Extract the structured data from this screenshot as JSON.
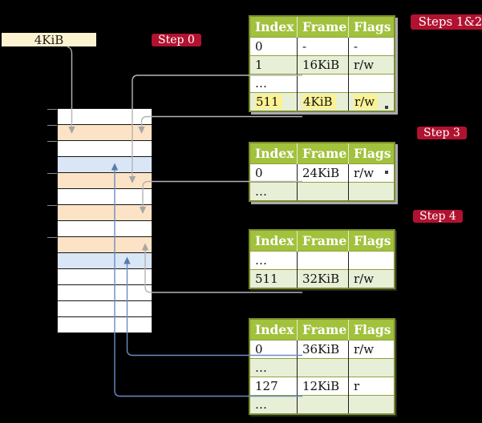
{
  "colors": {
    "background": "#000000",
    "header_green": "#a2c13c",
    "row_green": "#e8efd7",
    "row_white": "#ffffff",
    "frame_white": "#ffffff",
    "frame_orange": "#fce3c6",
    "frame_blue": "#d9e6f5",
    "cream": "#fdf2cf",
    "badge_red": "#b11230",
    "highlight_yellow": "#fbf293",
    "gray_line": "#b4b4b4",
    "gray_arrow": "#a6a6a6",
    "blue_line": "#6c8cc2",
    "blue_arrow": "#5a7bad",
    "marker_dark": "#3f3f3f"
  },
  "frame_label": {
    "text": "4KiB"
  },
  "badges": {
    "step0": "Step 0",
    "steps12": "Steps 1&2",
    "step3": "Step 3",
    "step4": "Step 4"
  },
  "table_headers": [
    "Index",
    "Frame",
    "Flags"
  ],
  "page_tables": [
    {
      "id": "pt1",
      "rows": [
        [
          "0",
          "-",
          "-"
        ],
        [
          "1",
          "16KiB",
          "r/w"
        ],
        [
          "…",
          "",
          ""
        ],
        [
          "511",
          "4KiB",
          "r/w"
        ]
      ],
      "highlight_row": 3
    },
    {
      "id": "pt2",
      "rows": [
        [
          "0",
          "24KiB",
          "r/w"
        ],
        [
          "…",
          "",
          ""
        ]
      ]
    },
    {
      "id": "pt3",
      "rows": [
        [
          "…",
          "",
          ""
        ],
        [
          "511",
          "32KiB",
          "r/w"
        ]
      ]
    },
    {
      "id": "pt4",
      "rows": [
        [
          "0",
          "36KiB",
          "r/w"
        ],
        [
          "…",
          "",
          ""
        ],
        [
          "127",
          "12KiB",
          "r"
        ],
        [
          "…",
          "",
          ""
        ]
      ]
    }
  ],
  "memory": {
    "rows": [
      "white",
      "orange",
      "white",
      "blue",
      "orange",
      "white",
      "orange",
      "white",
      "orange",
      "blue",
      "white",
      "white",
      "white",
      "white"
    ],
    "ticks": [
      0,
      1,
      2,
      4,
      6,
      8
    ]
  }
}
